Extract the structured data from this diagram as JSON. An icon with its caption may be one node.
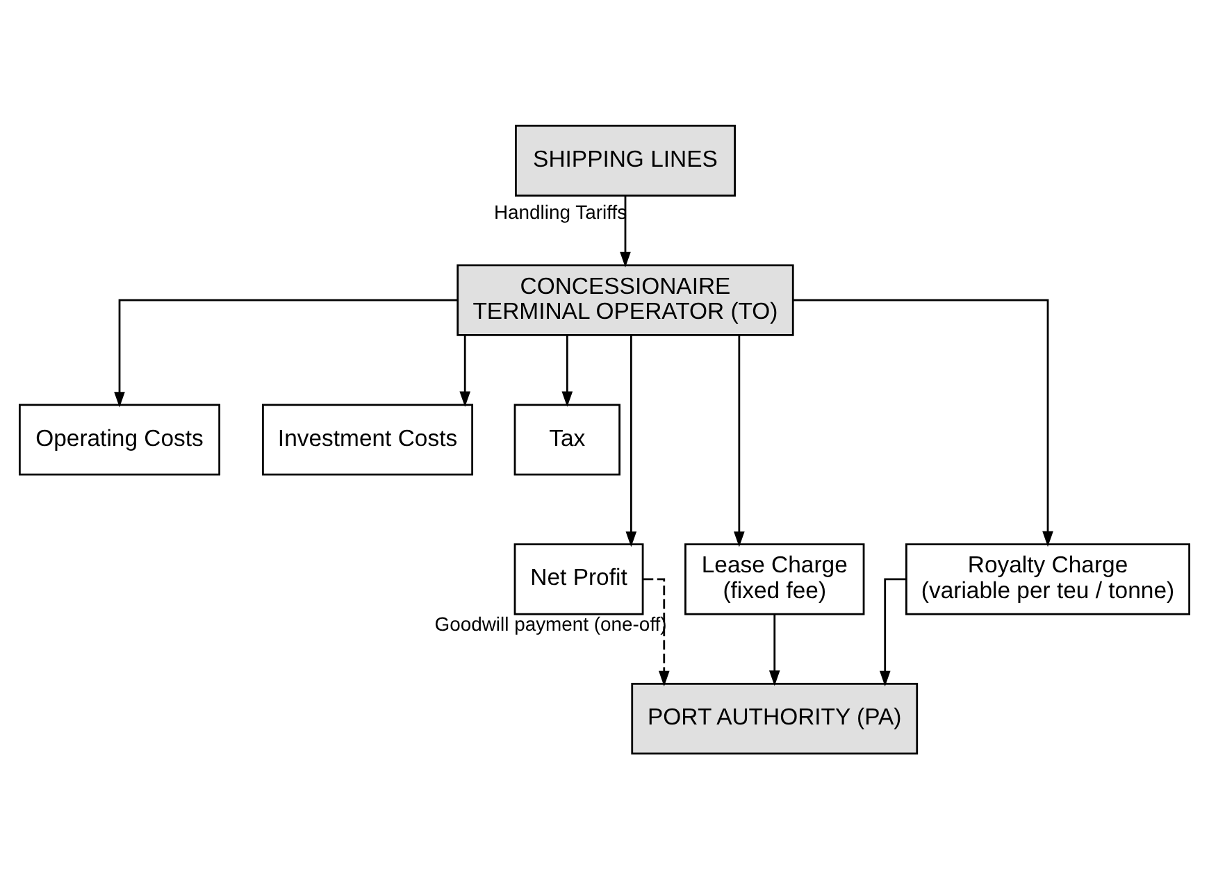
{
  "diagram": {
    "nodes": [
      {
        "text": [
          "SHIPPING LINES"
        ]
      },
      {
        "text": [
          "CONCESSIONAIRE",
          "TERMINAL OPERATOR (TO)"
        ]
      },
      {
        "text": [
          "Operating Costs"
        ]
      },
      {
        "text": [
          "Investment Costs"
        ]
      },
      {
        "text": [
          "Tax"
        ]
      },
      {
        "text": [
          "Net Profit"
        ]
      },
      {
        "text": [
          "Lease Charge",
          "(fixed fee)"
        ]
      },
      {
        "text": [
          "Royalty Charge",
          "(variable per teu / tonne)"
        ]
      },
      {
        "text": [
          "PORT AUTHORITY (PA)"
        ]
      }
    ],
    "edges": [
      {
        "from": 0,
        "to": 1,
        "arrow": "to",
        "label": "Handling Tariffs"
      },
      {
        "from": 1,
        "to": 2,
        "arrow": "to"
      },
      {
        "from": 1,
        "to": 3,
        "arrow": "to"
      },
      {
        "from": 1,
        "to": 6,
        "arrow": "to"
      },
      {
        "from": 1,
        "to": 7,
        "arrow": "to"
      },
      {
        "from": 1,
        "to": 4,
        "arrow": "to"
      },
      {
        "from": 1,
        "to": 5,
        "arrow": "to"
      },
      {
        "from": 6,
        "to": 8,
        "arrow": "to"
      },
      {
        "from": 7,
        "to": 8,
        "arrow": "to"
      },
      {
        "from": 5,
        "to": 8,
        "arrow": "to",
        "style": "dashed",
        "label": "Goodwill payment (one-off)"
      }
    ]
  }
}
